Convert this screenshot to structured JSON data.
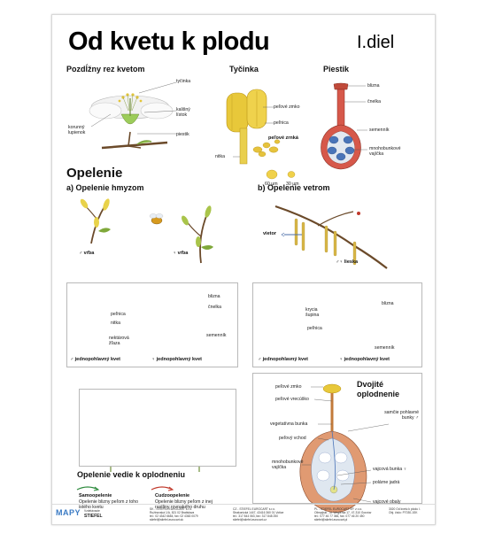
{
  "header": {
    "title": "Od kvetu k plodu",
    "part": "I.diel"
  },
  "sections": {
    "cross_section": "Pozdĺžny rez kvetom",
    "stamen": "Tyčinka",
    "pistil": "Piestik",
    "pollination": "Opelenie",
    "insect": "a) Opelenie hmyzom",
    "wind": "b) Opelenie vetrom",
    "leads_to": "Opelenie vedie k oplodneniu",
    "double": "Dvojité oplodnenie"
  },
  "labels": {
    "flower": {
      "tycinka": "tyčinka",
      "kalisny": "kališný lístok",
      "korunny": "korunný lupienok",
      "piestik": "piestik"
    },
    "stamen": {
      "pelove_zmko": "peľové zmko",
      "pelnica": "peľnica",
      "nitka": "nitka",
      "pelove_zrnka": "peľové zrnká",
      "size1": "60 µm",
      "size2": "30 µm"
    },
    "pistil": {
      "blizna": "blizna",
      "cnelka": "čnelka",
      "semennik": "semenník",
      "mnohobunkove": "mnohobunkové vajíčka"
    },
    "insect_plants": {
      "male": "vŕba",
      "female": "vŕba"
    },
    "wind_plant": {
      "vietor": "vietor",
      "lieska": "lieska"
    },
    "insect_box": {
      "blizna": "blizna",
      "cnelka": "čnelka",
      "pelnica": "peľnica",
      "nitka": "nitka",
      "nektarova": "nektárová žľaza",
      "semennik": "semenník",
      "male_flower": "jednopohlavný kvet",
      "female_flower": "jednopohlavný kvet"
    },
    "wind_box": {
      "krycia": "krycia šupina",
      "pelnica": "peľnica",
      "blizna": "blizna",
      "semennik": "semenník",
      "male_flower": "jednopohlavný kvet",
      "female_flower": "jednopohlavný kvet"
    },
    "legend": {
      "self_title": "Samoopelenie",
      "self_desc": "Opelenie blizny peľom z toho istého kvetu",
      "cross_title": "Cudzoopelenie",
      "cross_desc": "Opelenie blizny peľom z inej rastliny rovnakého druhu"
    },
    "double": {
      "pelove_zmko": "peľové zmko",
      "pelove_vrecusko": "peľové vrecúško",
      "samcie": "samčie pohlavné bunky",
      "vegetativna": "vegetatívna bunka",
      "pelovy_vchod": "peľový vchod",
      "vajcova": "vajcová bunka",
      "polarne": "polárne jadrá",
      "mnohobunkove": "mnohobunkové vajíčka",
      "vajcove_obaly": "vajcové obaly"
    }
  },
  "symbols": {
    "male": "♂",
    "female": "♀"
  },
  "footer": {
    "logo": "MAPY",
    "brand1": "Vzdelávacie",
    "brand2": "STIEFEL",
    "sk1": "SK - STIEFEL EUROCART s.r.o.",
    "sk2": "Ružinovská 1/A, 821 02 Bratislava",
    "sk3": "tel.: 02 4342 6684, fax: 02 4363 0079",
    "sk4": "stiefel@stiefel-eurocart.sk",
    "cz1": "CZ - STIEFEL EUROCART s.r.o.",
    "cz2": "Strakonická 1447, 43416 360 01 Votice",
    "cz3": "tel.: 317 844 063, fax: 317 848 250",
    "cz4": "stiefel@stiefel-eurocart.cz",
    "pl1": "PL - STIEFEL EUROCART SP. z o.o.",
    "pl2": "Olimpijski - ul. Wegiersa 17, 47-310 Gorzów",
    "pl3": "tel.: 077 46 77 366, fax: 077 46 20 450",
    "pl4": "stiefel@stiefel-eurocart.pl",
    "r1": "3020 Od kvetu k plodu I.",
    "r2": "Obj. číslo: P7030-1SK"
  },
  "colors": {
    "accent_red": "#c0392b",
    "accent_green": "#2e8b3d",
    "pollen": "#e3c53a",
    "petal": "#f3f3f3",
    "stem": "#6f8f3a"
  }
}
